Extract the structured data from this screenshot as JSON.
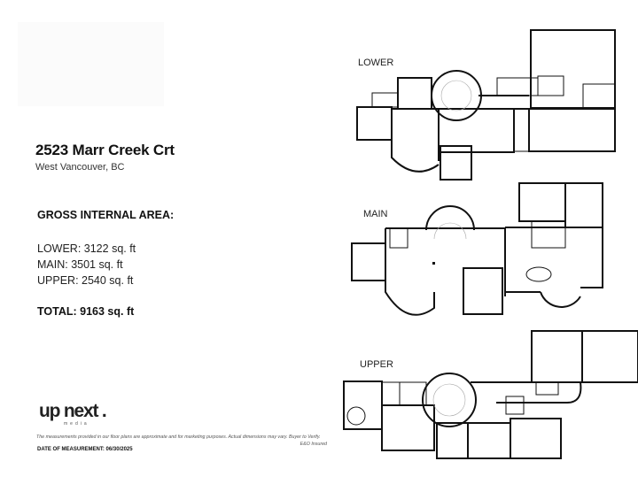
{
  "property": {
    "address": "2523 Marr Creek Crt",
    "city": "West Vancouver, BC"
  },
  "areas": {
    "heading": "GROSS INTERNAL AREA:",
    "lower": "LOWER: 3122 sq. ft",
    "main": "MAIN: 3501 sq. ft",
    "upper": "UPPER: 2540 sq. ft",
    "total": "TOTAL: 9163 sq. ft"
  },
  "floors": {
    "lower": "LOWER",
    "main": "MAIN",
    "upper": "UPPER"
  },
  "brand": {
    "logo": "up next .",
    "logo_sub": "media"
  },
  "footer": {
    "disclaimer": "The measurements provided in our floor plans are approximate and for marketing purposes. Actual dimensions may vary. Buyer to Verify.",
    "insured": "E&O Insured",
    "date": "DATE OF MEASUREMENT: 06/30/2025"
  }
}
